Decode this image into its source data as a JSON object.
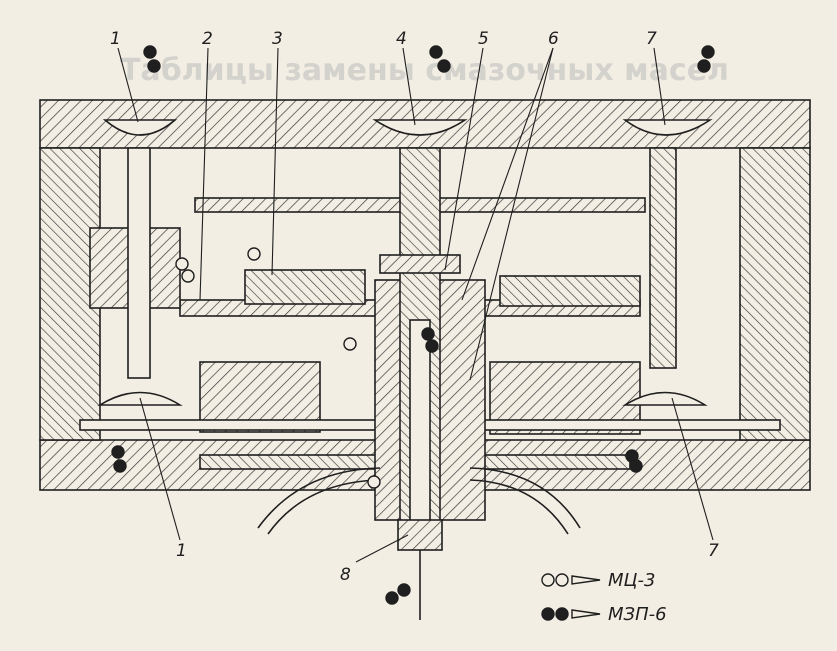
{
  "background_heading": "Таблицы замены смазочных масел",
  "callouts": {
    "c1_top": "1",
    "c2": "2",
    "c3": "3",
    "c4": "4",
    "c5": "5",
    "c6": "6",
    "c7_top": "7",
    "c1_bottom": "1",
    "c7_bottom": "7",
    "c8": "8"
  },
  "legend": {
    "open_label": "МЦ-3",
    "filled_label": "МЗП-6"
  },
  "colors": {
    "paper": "#f3eee3",
    "ink": "#1f1f1f",
    "hatch": "#3a3a3a"
  }
}
